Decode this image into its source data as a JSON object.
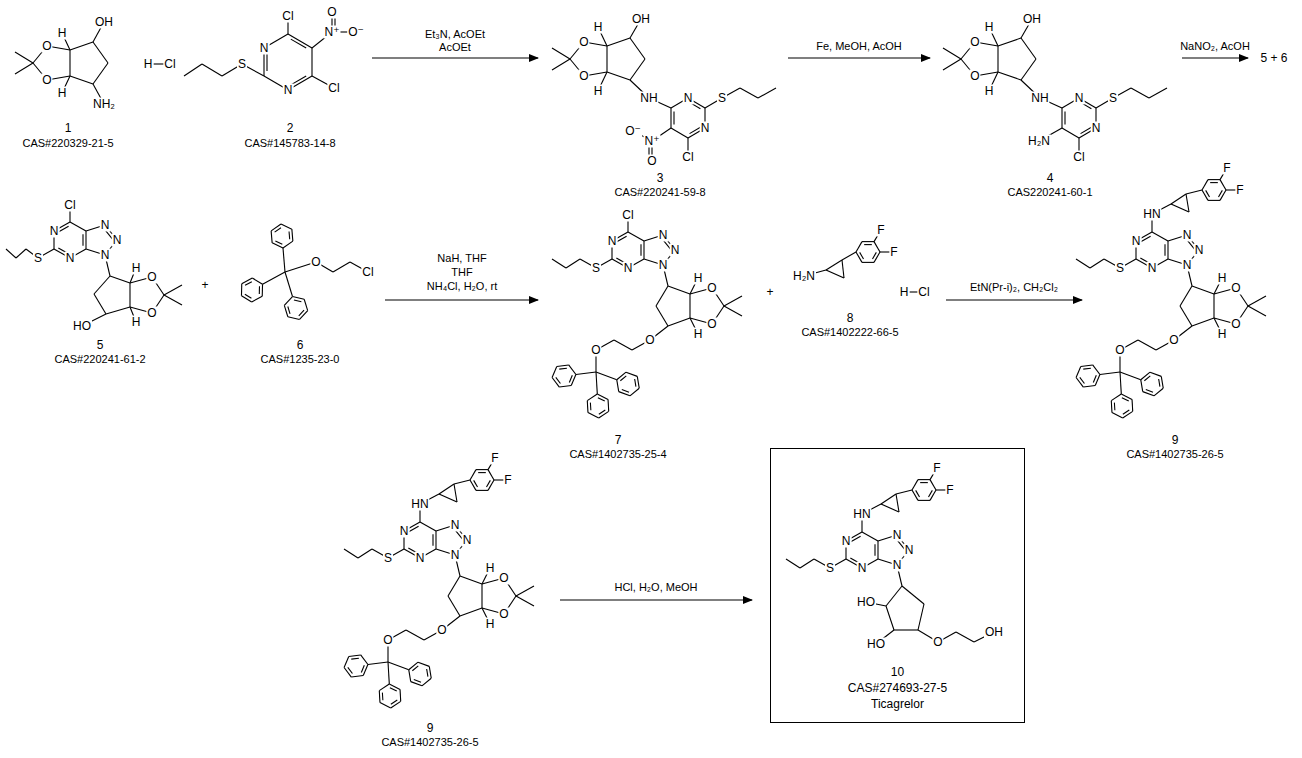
{
  "diagram": {
    "nodes": [
      {
        "text": [
          "10",
          "CAS#274693-27-5",
          "Ticagrelor"
        ]
      }
    ],
    "labels": [
      "O",
      "O",
      "H",
      "H",
      "OH",
      "NH₂",
      "H",
      "Cl",
      "1",
      "CAS#220329-21-5",
      "N",
      "N",
      "Cl",
      "N⁺",
      "O",
      "O⁻",
      "Cl",
      "S",
      "2",
      "CAS#145783-14-8",
      "Et₃N, AcOEt",
      "AcOEt",
      "O",
      "O",
      "H",
      "H",
      "OH",
      "NH",
      "N",
      "N",
      "S",
      "Cl",
      "N⁺",
      "O⁻",
      "O",
      "3",
      "CAS#220241-59-8",
      "Fe, MeOH, AcOH",
      "O",
      "O",
      "H",
      "H",
      "OH",
      "NH",
      "N",
      "N",
      "S",
      "Cl",
      "H₂N",
      "4",
      "CAS220241-60-1",
      "NaNO₂, AcOH",
      "5 + 6",
      "N",
      "N",
      "Cl",
      "N",
      "N",
      "N",
      "S",
      "HO",
      "H",
      "H",
      "O",
      "O",
      "5",
      "CAS#220241-61-2",
      "+",
      "O",
      "Cl",
      "6",
      "CAS#1235-23-0",
      "NaH, THF",
      "THF",
      "NH₄Cl, H₂O, rt",
      "N",
      "N",
      "Cl",
      "N",
      "N",
      "N",
      "S",
      "H",
      "H",
      "O",
      "O",
      "O",
      "O",
      "7",
      "CAS#1402735-25-4",
      "+",
      "H₂N",
      "F",
      "F",
      "H",
      "Cl",
      "8",
      "CAS#1402222-66-5",
      "EtN(Pr-i)₂, CH₂Cl₂",
      "N",
      "N",
      "HN",
      "F",
      "F",
      "N",
      "N",
      "N",
      "S",
      "H",
      "H",
      "O",
      "O",
      "O",
      "O",
      "9",
      "CAS#1402735-26-5",
      "N",
      "N",
      "HN",
      "F",
      "F",
      "N",
      "N",
      "N",
      "S",
      "H",
      "H",
      "O",
      "O",
      "O",
      "O",
      "9",
      "CAS#1402735-26-5",
      "HCl, H₂O, MeOH",
      "N",
      "N",
      "HN",
      "F",
      "F",
      "N",
      "N",
      "N",
      "S",
      "HO",
      "HO",
      "O",
      "OH"
    ]
  }
}
